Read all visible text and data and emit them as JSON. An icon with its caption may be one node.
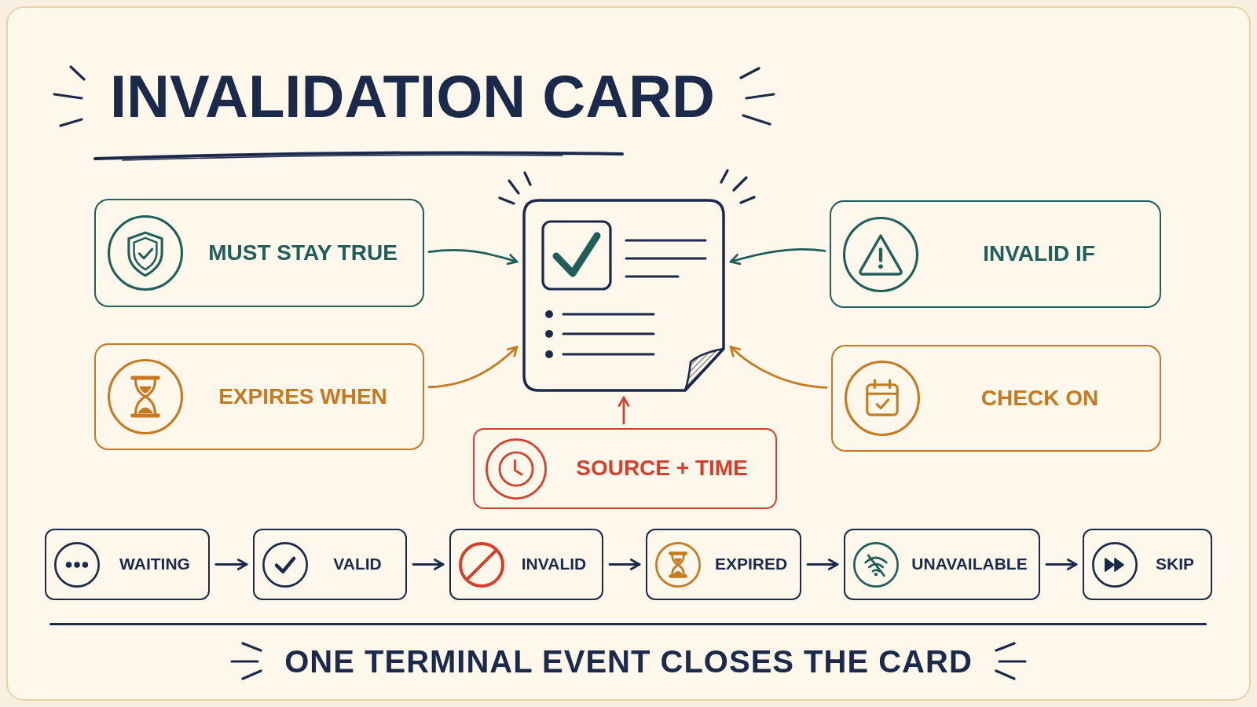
{
  "diagram": {
    "title": "INVALIDATION CARD",
    "nodes": [
      {
        "text": [
          "MUST STAY TRUE"
        ]
      },
      {
        "text": [],
        "shape": "picture"
      },
      {
        "text": [
          "INVALID IF"
        ]
      },
      {
        "text": [
          "EXPIRES WHEN"
        ]
      },
      {
        "text": [
          "CHECK ON"
        ]
      },
      {
        "text": [
          "SOURCE + TIME"
        ]
      },
      {
        "text": [
          "WAITING"
        ]
      },
      {
        "text": [
          "VALID"
        ]
      },
      {
        "text": [
          "INVALID"
        ]
      },
      {
        "text": [
          "EXPIRED"
        ]
      },
      {
        "text": [
          "UNAVAILABLE"
        ]
      },
      {
        "text": [
          "SKIP"
        ]
      }
    ],
    "edges": [
      {
        "from": 0,
        "to": 1,
        "arrow": "to",
        "color": "#1f5e59"
      },
      {
        "from": 2,
        "to": 1,
        "arrow": "to",
        "color": "#1f5e59"
      },
      {
        "from": 3,
        "to": 1,
        "arrow": "to",
        "color": "#c7791f"
      },
      {
        "from": 4,
        "to": 1,
        "arrow": "to",
        "color": "#c7791f"
      },
      {
        "from": 5,
        "to": 1,
        "arrow": "to",
        "color": "#d4402e"
      },
      {
        "from": 6,
        "to": 7,
        "arrow": "to"
      },
      {
        "from": 7,
        "to": 8,
        "arrow": "to"
      },
      {
        "from": 8,
        "to": 9,
        "arrow": "to"
      },
      {
        "from": 9,
        "to": 10,
        "arrow": "to"
      },
      {
        "from": 10,
        "to": 11,
        "arrow": "to"
      }
    ],
    "caption": "ONE TERMINAL EVENT CLOSES THE CARD"
  }
}
